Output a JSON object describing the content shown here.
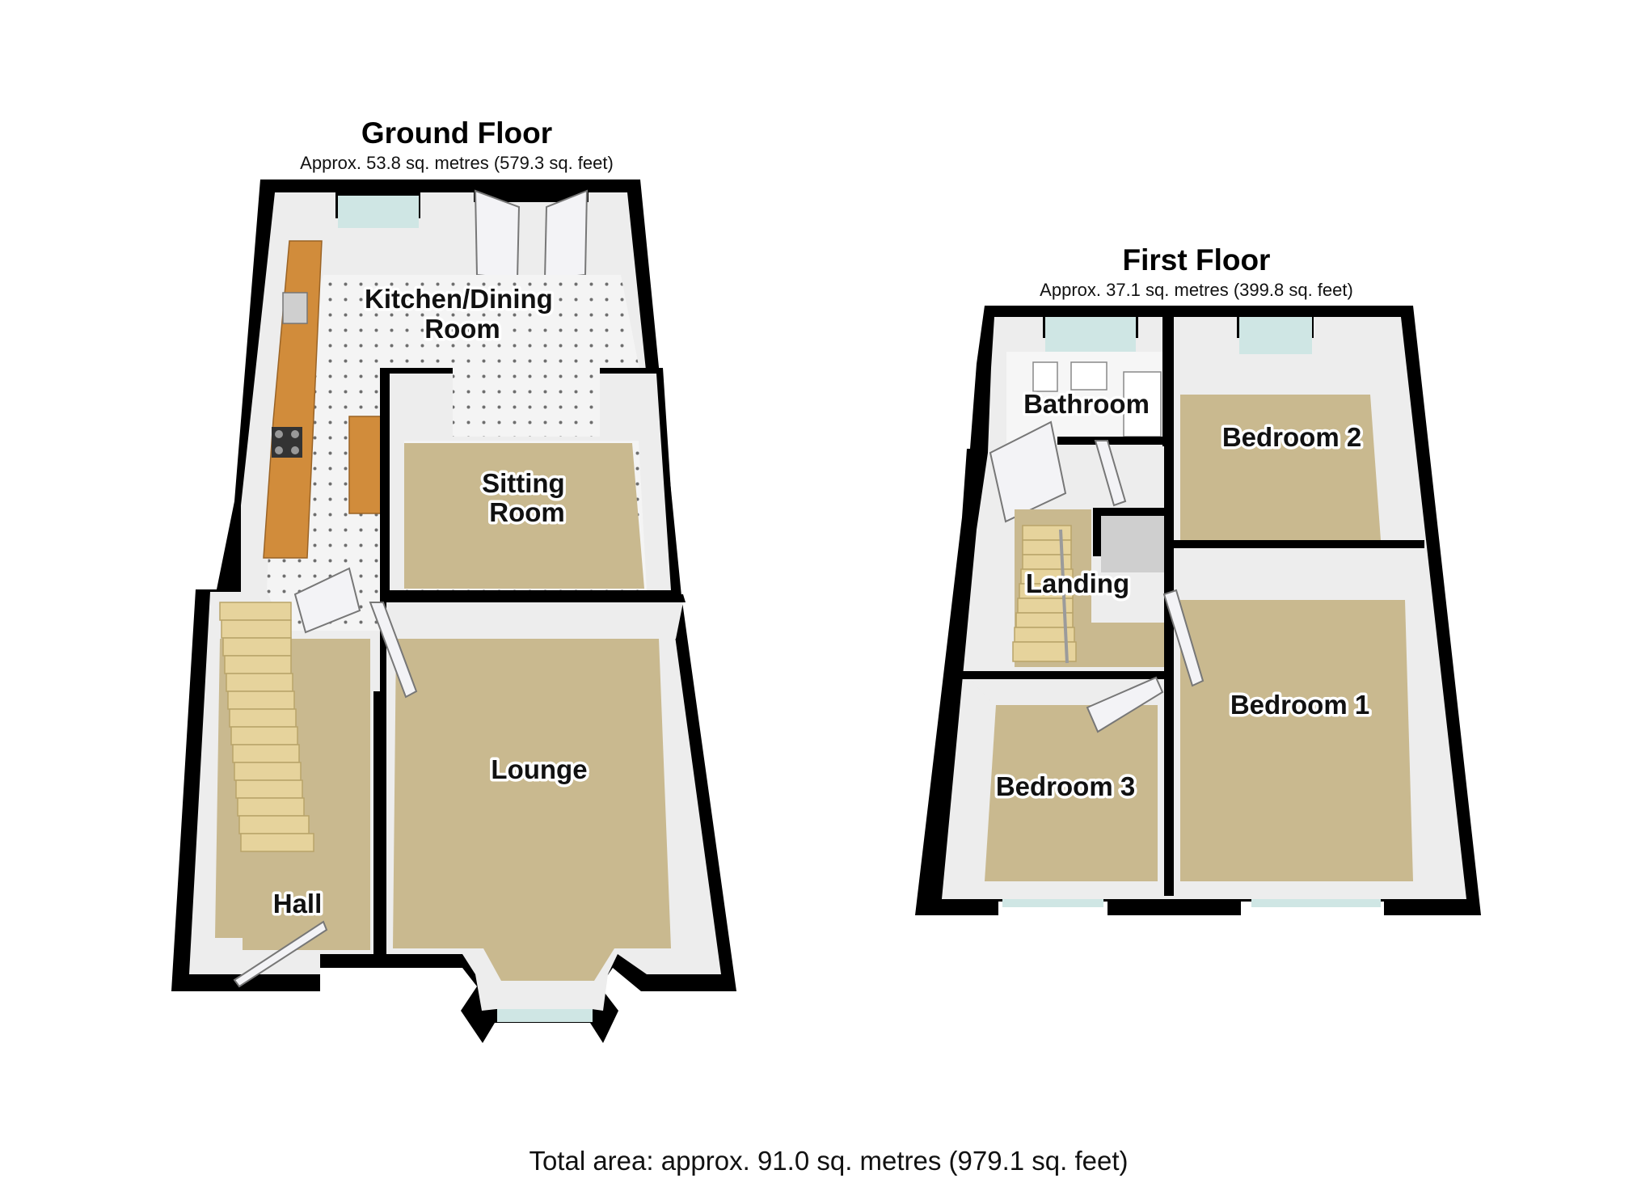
{
  "ground_floor": {
    "title": "Ground Floor",
    "area": "Approx. 53.8 sq. metres (579.3 sq. feet)",
    "rooms": {
      "kitchen_line1": "Kitchen/Dining",
      "kitchen_line2": "Room",
      "sitting_line1": "Sitting",
      "sitting_line2": "Room",
      "lounge": "Lounge",
      "hall": "Hall"
    }
  },
  "first_floor": {
    "title": "First Floor",
    "area": "Approx. 37.1 sq. metres (399.8 sq. feet)",
    "rooms": {
      "bathroom": "Bathroom",
      "bedroom2": "Bedroom 2",
      "landing": "Landing",
      "bedroom1": "Bedroom 1",
      "bedroom3": "Bedroom 3"
    }
  },
  "total_area": "Total area: approx. 91.0 sq. metres (979.1 sq. feet)",
  "colors": {
    "wall": "#000000",
    "carpet": "#c9b98f",
    "tile": "#f2f2f2",
    "worktop": "#d18c3b",
    "glass": "#cfe6e4"
  }
}
